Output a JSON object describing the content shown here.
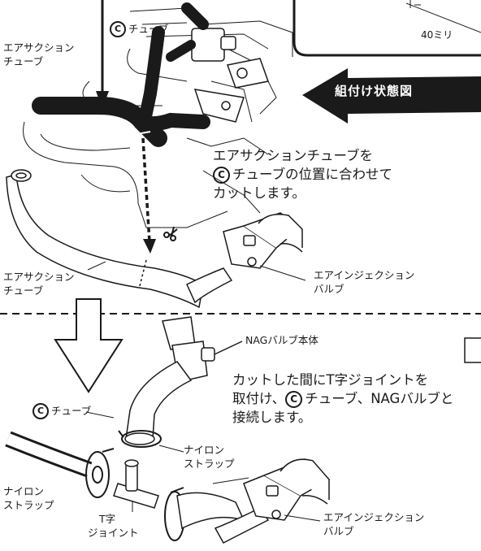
{
  "callout_letter": "C",
  "labels": {
    "tube_top": "チューブ",
    "air_suction_tube_top": [
      "エアサクション",
      "チューブ"
    ],
    "air_suction_tube_mid": [
      "エアサクション",
      "チューブ"
    ],
    "air_injection_valve_mid": [
      "エアインジェクション",
      "バルブ"
    ],
    "nag_valve_body": "NAGバルブ本体",
    "tube_bottom": "チューブ",
    "nylon_strap_right": [
      "ナイロン",
      "ストラップ"
    ],
    "nylon_strap_left": [
      "ナイロン",
      "ストラップ"
    ],
    "t_joint": [
      "T字",
      "ジョイント"
    ],
    "air_injection_valve_bottom": [
      "エアインジェクション",
      "バルブ"
    ]
  },
  "assembled_view_label": "組付け状態図",
  "dimension_label": "40ミリ",
  "instructions": {
    "cut": {
      "line1": "エアサクションチューブを",
      "line2_suffix": "チューブの位置に合わせて",
      "line3": "カットします。"
    },
    "connect": {
      "line1": "カットした間にT字ジョイントを",
      "line2_prefix": "取付け、",
      "line2_suffix": "チューブ、NAGバルブと",
      "line3": "接続します。"
    }
  },
  "icons": [
    "scissors-icon",
    "down-arrow-icon",
    "assembled-view-arrow-icon"
  ]
}
